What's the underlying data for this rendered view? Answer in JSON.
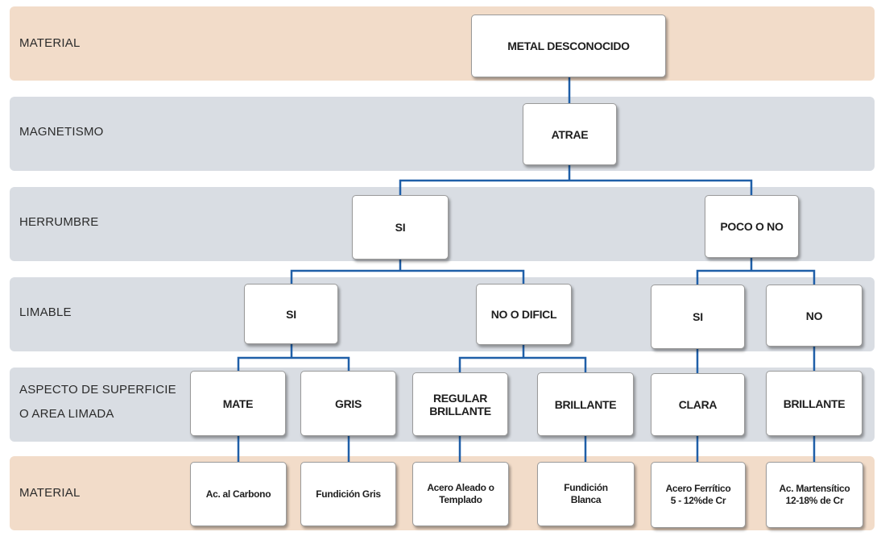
{
  "rows": [
    {
      "id": "material-top",
      "label": "MATERIAL"
    },
    {
      "id": "magnetismo",
      "label": "MAGNETISMO"
    },
    {
      "id": "herrumbre",
      "label": "HERRUMBRE"
    },
    {
      "id": "limable",
      "label": "LIMABLE"
    },
    {
      "id": "aspecto",
      "label": "ASPECTO DE SUPERFICIE\nO AREA LIMADA"
    },
    {
      "id": "material-bottom",
      "label": "MATERIAL"
    }
  ],
  "nodes": {
    "metal": "METAL DESCONOCIDO",
    "atrae": "ATRAE",
    "herr_si": "SI",
    "herr_poco": "POCO O NO",
    "lim_si_a": "SI",
    "lim_no_dificil": "NO O DIFICL",
    "lim_si_b": "SI",
    "lim_no": "NO",
    "asp_mate": "MATE",
    "asp_gris": "GRIS",
    "asp_regular": "REGULAR\nBRILLANTE",
    "asp_brillante_a": "BRILLANTE",
    "asp_clara": "CLARA",
    "asp_brillante_b": "BRILLANTE",
    "mat_carbono": "Ac. al Carbono",
    "mat_fundicion_gris": "Fundición Gris",
    "mat_acero_aleado": "Acero Aleado o\nTemplado",
    "mat_fundicion_blanca": "Fundición\nBlanca",
    "mat_ferritico": "Acero Ferrítico\n5 - 12%de Cr",
    "mat_martensitico": "Ac. Martensítico\n12-18% de Cr"
  },
  "colors": {
    "band_material": "#f2dcc9",
    "band_grey": "#d9dde3",
    "connector": "#1f5fa8"
  }
}
